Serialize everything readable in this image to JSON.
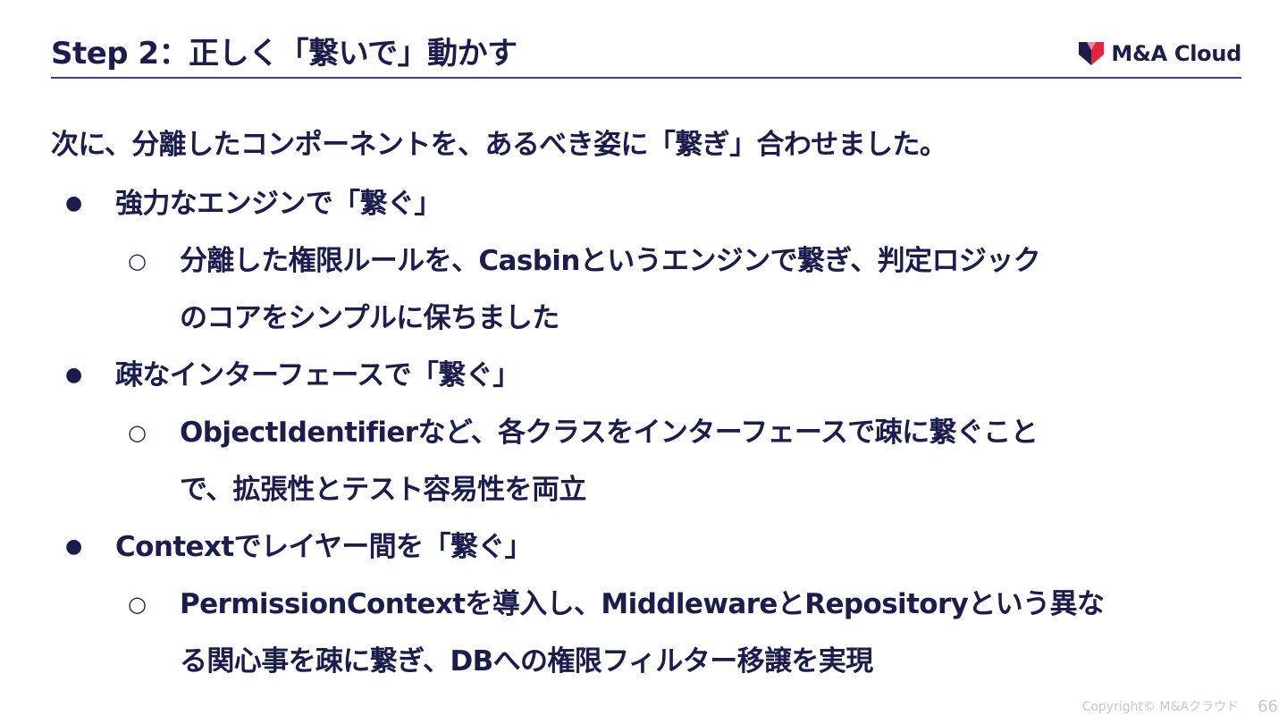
{
  "slide": {
    "title": "Step 2：正しく「繋いで」動かす",
    "logo_text": "M&A Cloud",
    "logo_icon": "ma-cloud-logo-mark-icon",
    "intro": "次に、分離したコンポーネントを、あるべき姿に「繋ぎ」合わせました。",
    "bullets": [
      {
        "marker": "●",
        "text": "強力なエンジンで「繋ぐ」",
        "sub": {
          "marker": "○",
          "lines": [
            "分離した権限ルールを、Casbinというエンジンで繋ぎ、判定ロジック",
            "のコアをシンプルに保ちました"
          ]
        }
      },
      {
        "marker": "●",
        "text": "疎なインターフェースで「繋ぐ」",
        "sub": {
          "marker": "○",
          "lines": [
            "ObjectIdentifierなど、各クラスをインターフェースで疎に繋ぐこと",
            "で、拡張性とテスト容易性を両立"
          ]
        }
      },
      {
        "marker": "●",
        "text": "Contextでレイヤー間を「繋ぐ」",
        "sub": {
          "marker": "○",
          "lines": [
            "PermissionContextを導入し、MiddlewareとRepositoryという異な",
            "る関心事を疎に繋ぎ、DBへの権限フィルター移譲を実現"
          ]
        }
      }
    ],
    "footer_copyright": "Copyright© M&Aクラウド",
    "page_number": "66"
  },
  "colors": {
    "navy": "#1a1d4e",
    "accent_red": "#e8233f",
    "rule": "#3b3f86",
    "footer_gray": "#c4c6d4"
  }
}
